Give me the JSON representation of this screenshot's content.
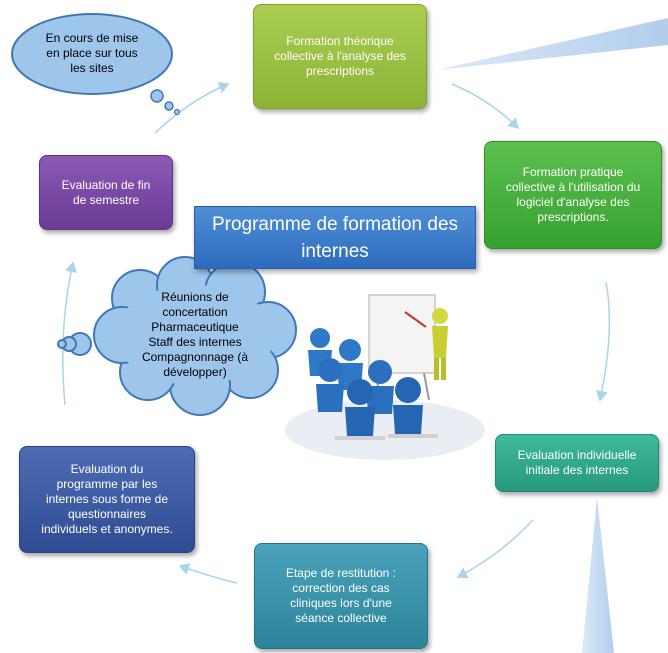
{
  "diagram": {
    "title_lines": [
      "Programme de formation des",
      "internes"
    ],
    "steps": [
      {
        "lines": [
          "Formation théorique",
          "collective à l'analyse des",
          "prescriptions"
        ]
      },
      {
        "lines": [
          "Formation pratique",
          "collective à l'utilisation du",
          "logiciel d'analyse des",
          "prescriptions."
        ]
      },
      {
        "lines": [
          "Evaluation individuelle",
          "initiale des internes"
        ]
      },
      {
        "lines": [
          "Etape de restitution :",
          "correction des cas",
          "cliniques lors d'une",
          "séance collective"
        ]
      },
      {
        "lines": [
          "Evaluation du",
          "programme par les",
          "internes sous forme de",
          "questionnaires",
          "individuels et anonymes."
        ]
      },
      {
        "lines": [
          "Evaluation de fin",
          "de semestre"
        ]
      }
    ],
    "speech_bubble_lines": [
      "En cours de mise",
      "en place sur tous",
      "les sites"
    ],
    "thought_cloud_lines": [
      "Réunions de",
      "concertation",
      "Pharmaceutique",
      "Staff des internes",
      "Compagnonnage (à",
      "développer)"
    ],
    "colors": {
      "step1": "#9bc043",
      "step2": "#47b03e",
      "step3": "#30a98a",
      "step4": "#3a93aa",
      "step5": "#3d5ca3",
      "step6": "#7a4aa5",
      "title": "#3b7bc8",
      "bubble_fill": "#9ec6ea",
      "arrows": "#a8d5e8"
    },
    "illustration": "presentation-people-icon"
  }
}
